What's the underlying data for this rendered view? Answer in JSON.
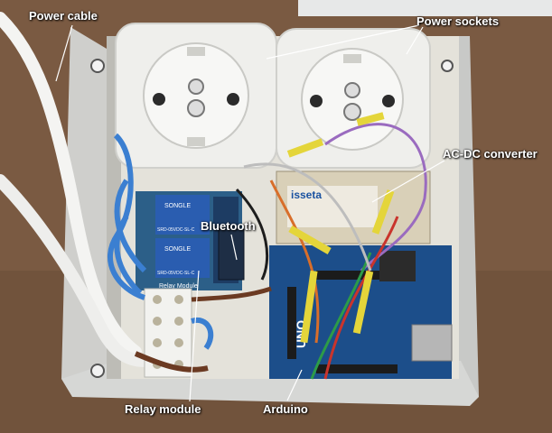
{
  "labels": {
    "power_cable": "Power cable",
    "power_sockets": "Power sockets",
    "ac_dc_converter": "AC-DC converter",
    "bluetooth": "Bluetooth",
    "relay_module": "Relay module",
    "arduino": "Arduino"
  },
  "components": {
    "relay_print": "SONGLE",
    "relay_model": "SRD-05VDC-SL-C",
    "relay_board_print": "Relay Module",
    "converter_brand": "isseta",
    "arduino_print": "UNO"
  },
  "colors": {
    "background": "#7a5a42",
    "enclosure": "#d9d9d6",
    "socket": "#efefec",
    "relay_blue": "#2a5db0",
    "arduino_blue": "#1c4e8a",
    "label_text": "#ffffff"
  }
}
